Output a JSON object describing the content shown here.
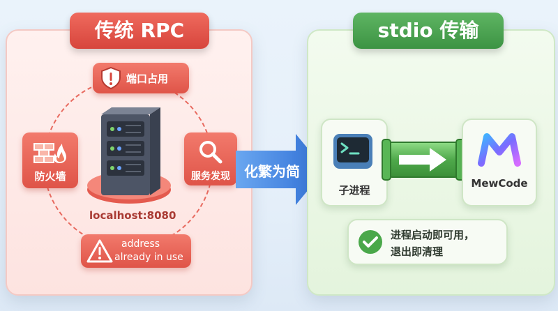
{
  "left": {
    "title": "传统 RPC",
    "items": {
      "port": "端口占用",
      "firewall": "防火墙",
      "service_discovery": "服务发现",
      "address_line1": "address",
      "address_line2": "already in use"
    },
    "host": "localhost:8080"
  },
  "arrow": {
    "label": "化繁为简"
  },
  "right": {
    "title": "stdio 传输",
    "child_label": "子进程",
    "target_label": "MewCode",
    "note_line1": "进程启动即可用，",
    "note_line2": "退出即清理"
  },
  "colors": {
    "red": "#df5448",
    "green": "#3c9343",
    "blue": "#3b7fe0"
  },
  "icons": [
    "shield-alert-icon",
    "brick-fire-icon",
    "search-icon",
    "warning-icon",
    "server-icon",
    "terminal-icon",
    "pipe-arrow-icon",
    "m-logo-icon",
    "check-icon"
  ]
}
